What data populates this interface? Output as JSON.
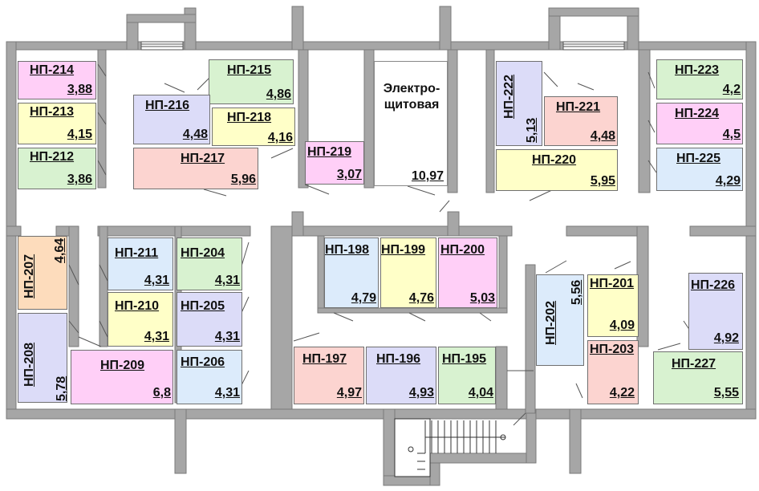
{
  "colors": {
    "wall": "#a6a6a6",
    "pink": "#ffcff7",
    "yellow": "#ffffc8",
    "green": "#d8f2d0",
    "lavender": "#dcdcf8",
    "light_blue": "#dcebfb",
    "salmon": "#fcd4d0",
    "peach": "#fddcbc"
  },
  "electro": {
    "line1": "Электро-",
    "line2": "щитовая",
    "area": "10,97"
  },
  "rooms": {
    "np214": {
      "name": "НП-214",
      "area": "3,88"
    },
    "np213": {
      "name": "НП-213",
      "area": "4,15"
    },
    "np212": {
      "name": "НП-212",
      "area": "3,86"
    },
    "np215": {
      "name": "НП-215",
      "area": "4,86"
    },
    "np216": {
      "name": "НП-216",
      "area": "4,48"
    },
    "np218": {
      "name": "НП-218",
      "area": "4,16"
    },
    "np217": {
      "name": "НП-217",
      "area": "5,96"
    },
    "np219": {
      "name": "НП-219",
      "area": "3,07"
    },
    "np222": {
      "name": "НП-222",
      "area": "5,13"
    },
    "np221": {
      "name": "НП-221",
      "area": "4,48"
    },
    "np220": {
      "name": "НП-220",
      "area": "5,95"
    },
    "np223": {
      "name": "НП-223",
      "area": "4,2"
    },
    "np224": {
      "name": "НП-224",
      "area": "4,5"
    },
    "np225": {
      "name": "НП-225",
      "area": "4,29"
    },
    "np207": {
      "name": "НП-207",
      "area": "4,64"
    },
    "np208": {
      "name": "НП-208",
      "area": "5,78"
    },
    "np211": {
      "name": "НП-211",
      "area": "4,31"
    },
    "np210": {
      "name": "НП-210",
      "area": "4,31"
    },
    "np209": {
      "name": "НП-209",
      "area": "6,8"
    },
    "np204": {
      "name": "НП-204",
      "area": "4,31"
    },
    "np205": {
      "name": "НП-205",
      "area": "4,31"
    },
    "np206": {
      "name": "НП-206",
      "area": "4,31"
    },
    "np198": {
      "name": "НП-198",
      "area": "4,79"
    },
    "np199": {
      "name": "НП-199",
      "area": "4,76"
    },
    "np200": {
      "name": "НП-200",
      "area": "5,03"
    },
    "np197": {
      "name": "НП-197",
      "area": "4,97"
    },
    "np196": {
      "name": "НП-196",
      "area": "4,93"
    },
    "np195": {
      "name": "НП-195",
      "area": "4,04"
    },
    "np202": {
      "name": "НП-202",
      "area": "5,56"
    },
    "np201": {
      "name": "НП-201",
      "area": "4,09"
    },
    "np203": {
      "name": "НП-203",
      "area": "4,22"
    },
    "np226": {
      "name": "НП-226",
      "area": "4,92"
    },
    "np227": {
      "name": "НП-227",
      "area": "5,55"
    }
  }
}
